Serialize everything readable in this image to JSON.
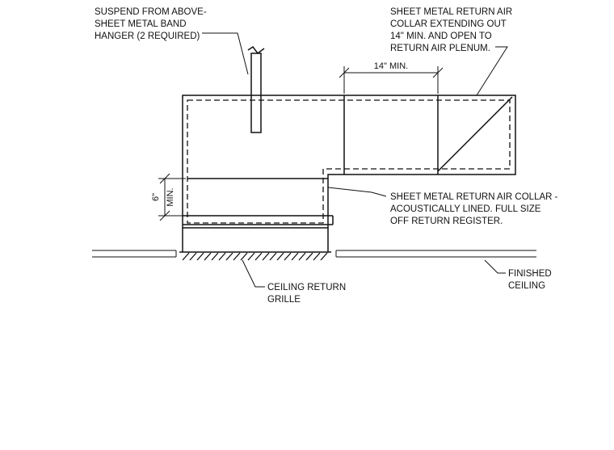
{
  "notes": {
    "hanger": [
      "SUSPEND FROM ABOVE-",
      "SHEET METAL BAND",
      "HANGER (2 REQUIRED)"
    ],
    "extending_collar": [
      "SHEET METAL RETURN AIR",
      "COLLAR EXTENDING OUT",
      "14\" MIN. AND OPEN TO",
      "RETURN AIR PLENUM."
    ],
    "lined_collar": [
      "SHEET METAL RETURN AIR COLLAR -",
      "ACOUSTICALLY LINED. FULL SIZE",
      "OFF RETURN REGISTER."
    ],
    "ceiling_grille": [
      "CEILING RETURN",
      "GRILLE"
    ],
    "finished_ceiling": [
      "FINISHED",
      "CEILING"
    ]
  },
  "dimensions": {
    "horizontal": "14\" MIN.",
    "vertical_value": "6\"",
    "vertical_unit": "MIN."
  }
}
